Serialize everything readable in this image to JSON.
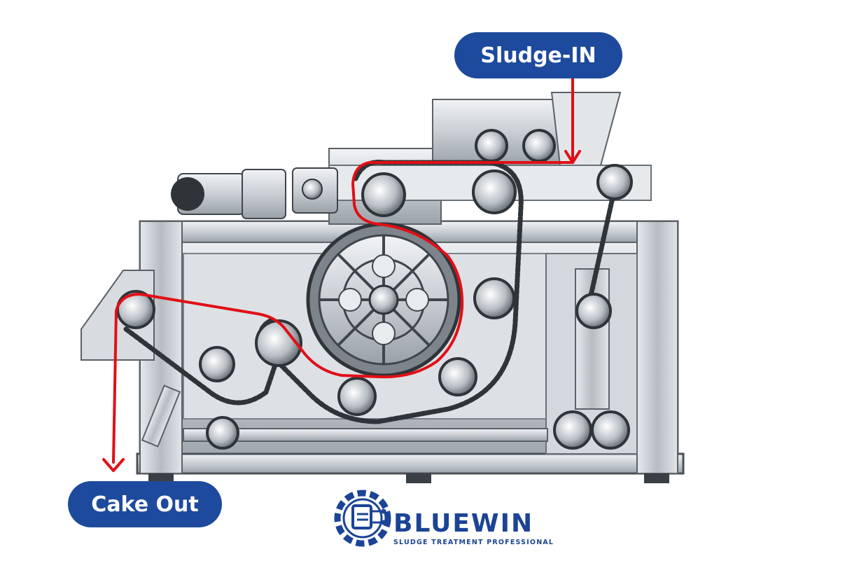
{
  "labels": {
    "sludge_in": "Sludge-IN",
    "cake_out": "Cake Out"
  },
  "logo": {
    "name": "BLUEWIN",
    "tagline": "SLUDGE TREATMENT PROFESSIONAL"
  },
  "colors": {
    "label_fill": "#1d4a9c",
    "flow_path": "#e10f15",
    "machine_metal": "#c9ced3",
    "logo_blue": "#1b4496"
  },
  "icons": {
    "logo_mark": "gear-circuit-icon",
    "flow_arrow": "arrow-down-icon"
  }
}
